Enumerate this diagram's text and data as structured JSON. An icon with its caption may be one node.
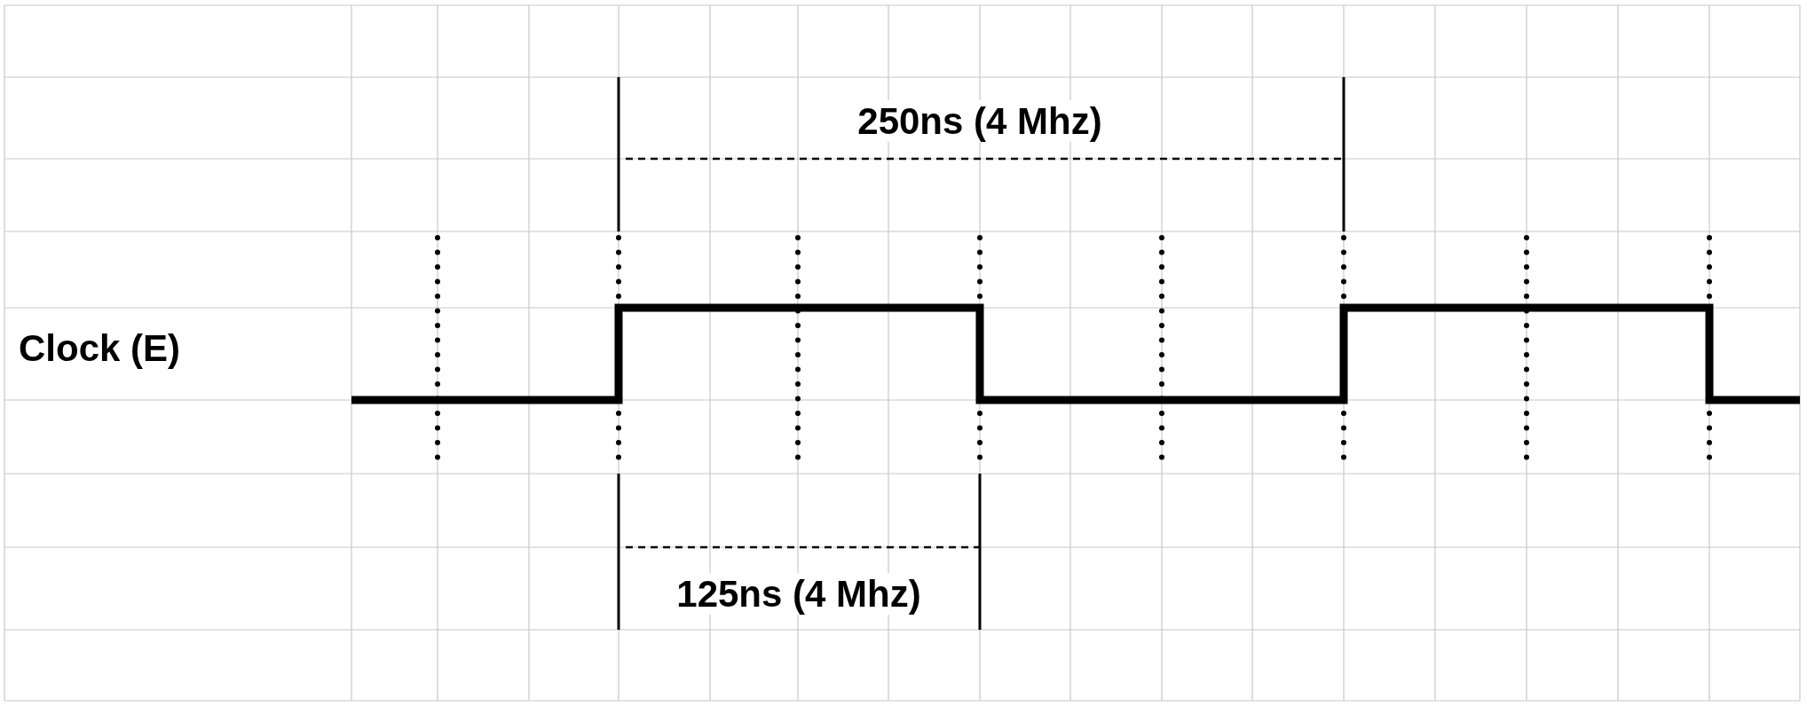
{
  "diagram": {
    "labels": [
      "250ns (4 Mhz)",
      "Clock (E)",
      "125ns (4 Mhz)"
    ]
  }
}
